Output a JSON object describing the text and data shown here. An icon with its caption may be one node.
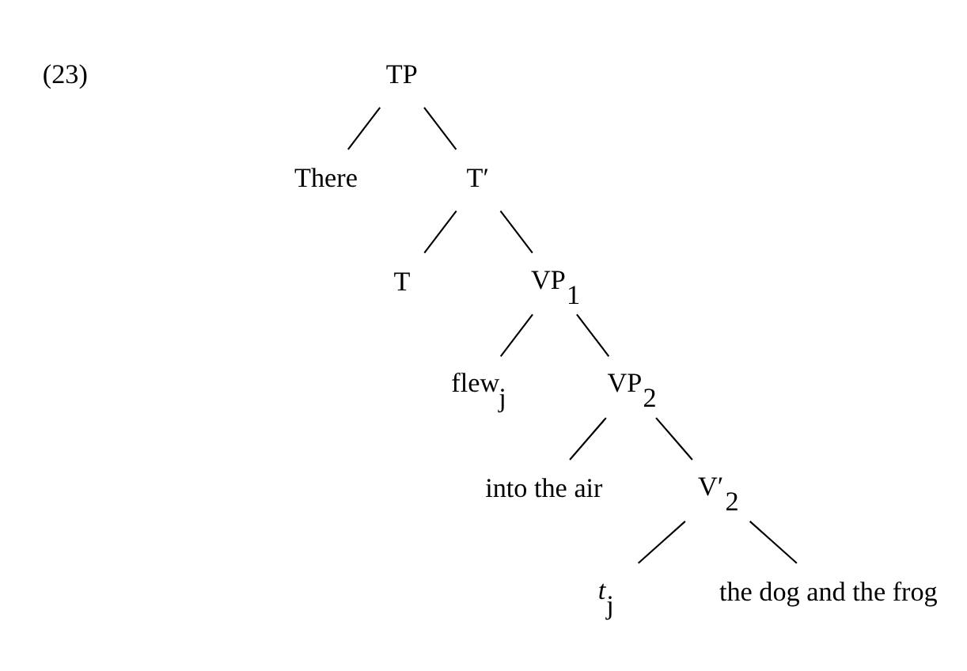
{
  "diagram": {
    "nodes": [
      {
        "text": [
          "TP"
        ]
      },
      {
        "text": [
          "There"
        ]
      },
      {
        "text": [
          "T′"
        ]
      },
      {
        "text": [
          "T"
        ]
      },
      {
        "text": [
          "VP$_{1}$"
        ]
      },
      {
        "text": [
          "flew$_{j}$"
        ]
      },
      {
        "text": [
          "VP$_{2}$"
        ]
      },
      {
        "text": [
          "into the air"
        ]
      },
      {
        "text": [
          "V′$_{2}$"
        ]
      },
      {
        "text": [
          "*t*$_{j}$"
        ]
      },
      {
        "text": [
          "the dog and the frog"
        ]
      }
    ],
    "edges": [
      {
        "from": 0,
        "to": 1,
        "arrow": "none"
      },
      {
        "from": 0,
        "to": 2,
        "arrow": "none"
      },
      {
        "from": 2,
        "to": 3,
        "arrow": "none"
      },
      {
        "from": 2,
        "to": 4,
        "arrow": "none"
      },
      {
        "from": 4,
        "to": 5,
        "arrow": "none"
      },
      {
        "from": 4,
        "to": 6,
        "arrow": "none"
      },
      {
        "from": 6,
        "to": 7,
        "arrow": "none"
      },
      {
        "from": 6,
        "to": 8,
        "arrow": "none"
      },
      {
        "from": 8,
        "to": 9,
        "arrow": "none"
      },
      {
        "from": 8,
        "to": 10,
        "arrow": "none"
      }
    ],
    "labels": [
      "(23)"
    ]
  }
}
